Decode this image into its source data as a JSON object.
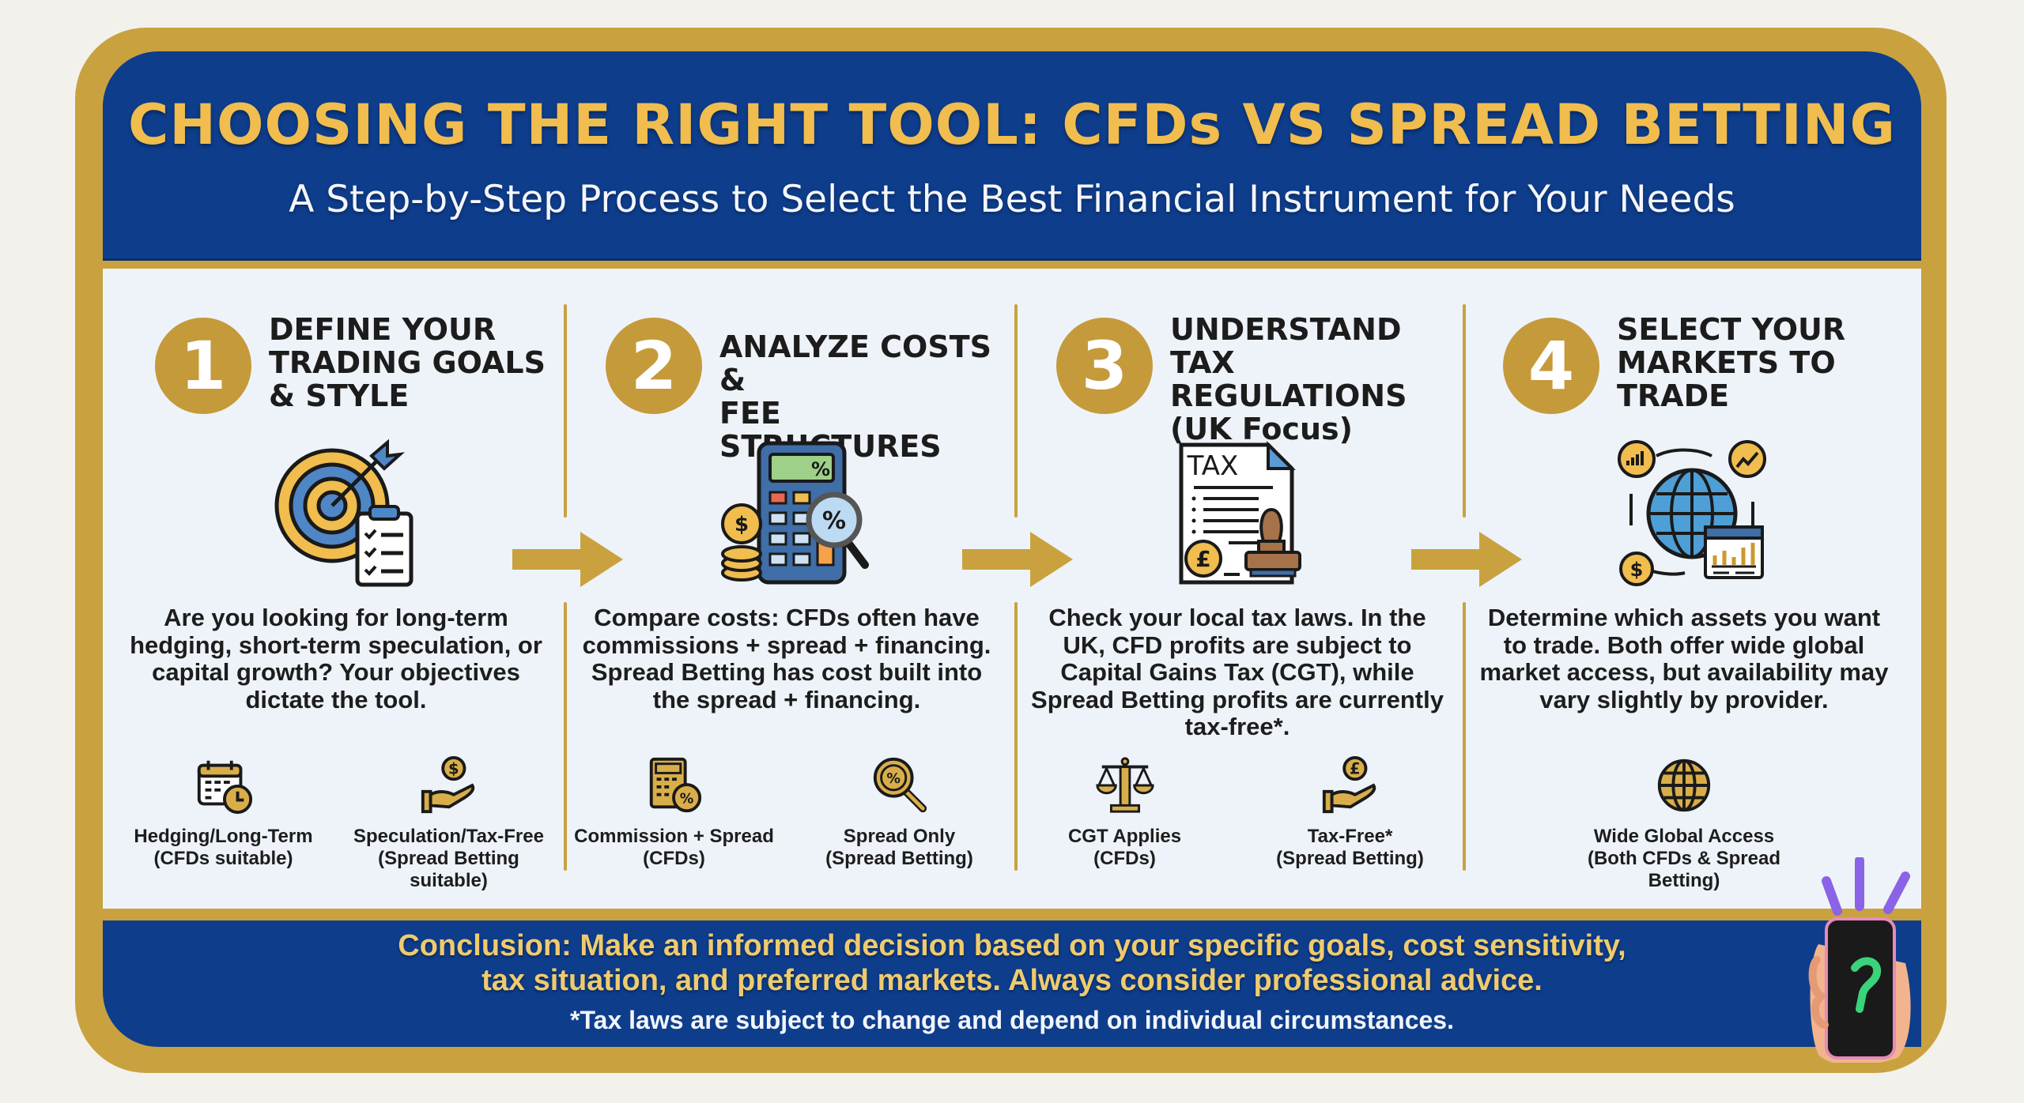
{
  "header": {
    "title": "CHOOSING THE RIGHT TOOL: CFDs VS SPREAD BETTING",
    "subtitle": "A Step-by-Step Process to Select the Best Financial Instrument for Your Needs"
  },
  "colors": {
    "gold": "#c9a23f",
    "navy": "#0e3d8c",
    "title_gold": "#f0bd4e",
    "panel": "#eef3f9"
  },
  "steps": [
    {
      "number": "1",
      "title": "DEFINE YOUR\nTRADING GOALS\n& STYLE",
      "icon": "target-checklist-icon",
      "description": "Are you looking for long-term hedging, short-term speculation, or capital growth? Your objectives dictate the tool.",
      "options": [
        {
          "icon": "calendar-clock-icon",
          "label": "Hedging/Long-Term\n(CFDs suitable)"
        },
        {
          "icon": "hand-coin-dollar-icon",
          "label": "Speculation/Tax-Free\n(Spread Betting suitable)"
        }
      ]
    },
    {
      "number": "2",
      "title": "ANALYZE COSTS &\nFEE STRUCTURES",
      "icon": "calculator-coins-magnifier-icon",
      "description": "Compare costs: CFDs often have commissions + spread + financing. Spread Betting has cost built into the spread + financing.",
      "options": [
        {
          "icon": "calculator-percent-icon",
          "label": "Commission + Spread\n(CFDs)"
        },
        {
          "icon": "magnifier-percent-icon",
          "label": "Spread Only\n(Spread Betting)"
        }
      ]
    },
    {
      "number": "3",
      "title": "UNDERSTAND TAX\nREGULATIONS\n(UK Focus)",
      "icon": "tax-document-stamp-icon",
      "description": "Check your local tax laws. In the UK, CFD profits are subject to Capital Gains Tax (CGT), while Spread Betting profits are currently tax-free*.",
      "options": [
        {
          "icon": "scales-icon",
          "label": "CGT Applies\n(CFDs)"
        },
        {
          "icon": "hand-coin-pound-icon",
          "label": "Tax-Free*\n(Spread Betting)"
        }
      ]
    },
    {
      "number": "4",
      "title": "SELECT YOUR\nMARKETS TO\nTRADE",
      "icon": "globe-markets-icon",
      "description": "Determine which assets you want to trade. Both offer wide global market access, but availability may vary slightly by provider.",
      "options": [
        {
          "icon": "globe-icon",
          "label": "Wide Global Access\n(Both CFDs & Spread Betting)"
        }
      ]
    }
  ],
  "footer": {
    "conclusion": "Conclusion: Make an informed decision based on your specific goals, cost sensitivity, tax situation, and preferred markets. Always consider professional advice.",
    "disclaimer": "*Tax laws are subject to change and depend on individual circumstances."
  }
}
